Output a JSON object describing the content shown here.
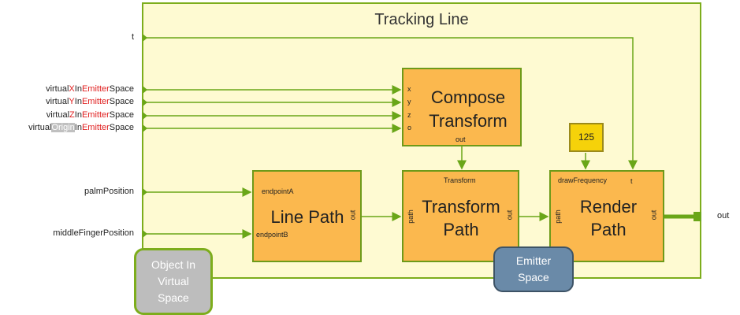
{
  "title": "Tracking Line",
  "inputs": {
    "t": "t",
    "virtualX": {
      "a": "virtual",
      "b": "X",
      "c": "In",
      "d": "Emitter",
      "e": "Space"
    },
    "virtualY": {
      "a": "virtual",
      "b": "Y",
      "c": "In",
      "d": "Emitter",
      "e": "Space"
    },
    "virtualZ": {
      "a": "virtual",
      "b": "Z",
      "c": "In",
      "d": "Emitter",
      "e": "Space"
    },
    "virtualOrigin": {
      "a": "virtual",
      "b": "Origin",
      "c": "In",
      "d": "Emitter",
      "e": "Space"
    },
    "palmPosition": "palmPosition",
    "middleFingerPosition": "middleFingerPosition"
  },
  "output": "out",
  "nodes": {
    "compose": {
      "line1": "Compose",
      "line2": "Transform",
      "ports": [
        "x",
        "y",
        "z",
        "o"
      ],
      "out": "out"
    },
    "linepath": {
      "label": "Line Path",
      "portA": "endpointA",
      "portB": "endpointB",
      "out": "out"
    },
    "transformpath": {
      "line1": "Transform",
      "line2": "Path",
      "top": "Transform",
      "left": "path",
      "out": "out"
    },
    "renderpath": {
      "line1": "Render",
      "line2": "Path",
      "top1": "drawFrequency",
      "top2": "t",
      "left": "path",
      "out": "out"
    }
  },
  "constant": "125",
  "badges": {
    "object": {
      "l1": "Object In",
      "l2": "Virtual",
      "l3": "Space"
    },
    "emitter": {
      "l1": "Emitter",
      "l2": "Space"
    }
  },
  "colors": {
    "wire": "#6aa618",
    "box": "#fbb84e",
    "frame": "#fefad2",
    "constant": "#f5d20a",
    "highlight": "#e02020"
  }
}
